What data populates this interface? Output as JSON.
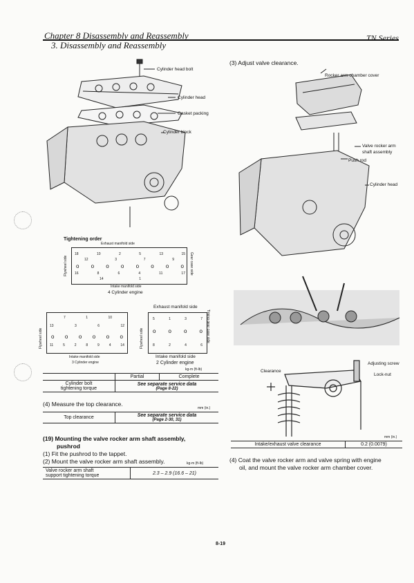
{
  "header": {
    "chapter": "Chapter 8 Disassembly and Reassembly",
    "section": "3. Disassembly and Reassembly",
    "series": "TN Series"
  },
  "left_figure": {
    "labels": {
      "cylinder_head_bolt": "Cylinder head bolt",
      "cylinder_head": "Cylinder head",
      "gasket_packing": "Gasket packing",
      "cylinder_block": "Cylinder block"
    }
  },
  "tightening": {
    "title": "Tightening order",
    "four_cyl": {
      "top": "Exhaust manifold side",
      "bottom": "Intake manifold side",
      "left": "Flywheel side",
      "right": "Gear case side",
      "caption": "4 Cylinder engine",
      "top_row": [
        "18",
        "10",
        "2",
        "5",
        "13",
        "15"
      ],
      "top_row2": [
        "12",
        "3",
        "7",
        "9"
      ],
      "bottom_row": [
        "16",
        "8",
        "6",
        "4",
        "11",
        "17"
      ],
      "bottom_row2": [
        "14",
        "1"
      ]
    },
    "three_cyl": {
      "bottom": "Intake manifold side",
      "left": "Flywheel side",
      "caption": "3 Cylinder engine",
      "nums": [
        "7",
        "1",
        "10",
        "13",
        "3",
        "6",
        "12",
        "11",
        "5",
        "2",
        "8",
        "9",
        "4",
        "14"
      ]
    },
    "two_cyl": {
      "top": "Exhaust manifold side",
      "bottom": "Intake manifold side",
      "left": "Flywheel side",
      "right": "Timing gear case side",
      "caption": "2 Cylinder engine",
      "nums": [
        "5",
        "1",
        "3",
        "7",
        "8",
        "2",
        "4",
        "6"
      ]
    }
  },
  "bolt_table": {
    "unit": "kg-m (ft-lb)",
    "col_partial": "Partial",
    "col_complete": "Complete",
    "row_label_1": "Cylinder bolt",
    "row_label_2": "tightening torque",
    "value_1": "See separate service data",
    "value_2": "(Page 8-22)"
  },
  "step4_left": {
    "title": "(4) Measure the top clearance.",
    "unit": "mm (in.)",
    "label": "Top clearance",
    "value_1": "See separate service data",
    "value_2": "(Page 2-30, 31)"
  },
  "step19": {
    "title_1": "(19) Mounting the valve rocker arm shaft assembly,",
    "title_2": "pushrod",
    "items": [
      "(1) Fit the pushrod to the tappet.",
      "(2) Mount the valve rocker arm shaft assembly."
    ],
    "unit": "kg-m (ft-lb)",
    "label_1": "Valve rocker arm shaft",
    "label_2": "support tightening torque",
    "value": "2.3 – 2.9 (16.6 – 21)"
  },
  "right": {
    "step3": "(3) Adjust valve clearance.",
    "labels": {
      "rocker_cover": "Rocker arm chamber cover",
      "valve_rocker_1": "Valve rocker arm",
      "valve_rocker_2": "shaft assembly",
      "push_rod": "Push rod",
      "cylinder_head": "Cylinder head",
      "adjusting_screw": "Adjusting screw",
      "lock_nut": "Lock-nut",
      "clearance": "Clearance"
    },
    "valve_table": {
      "unit": "mm (in.)",
      "label": "Intake/exhaust valve clearance",
      "value": "0.2 (0.0079)"
    },
    "step4_1": "(4) Coat the valve rocker arm and valve spring with engine",
    "step4_2": "oil, and mount the valve rocker arm chamber cover."
  },
  "page_number": "8-19"
}
